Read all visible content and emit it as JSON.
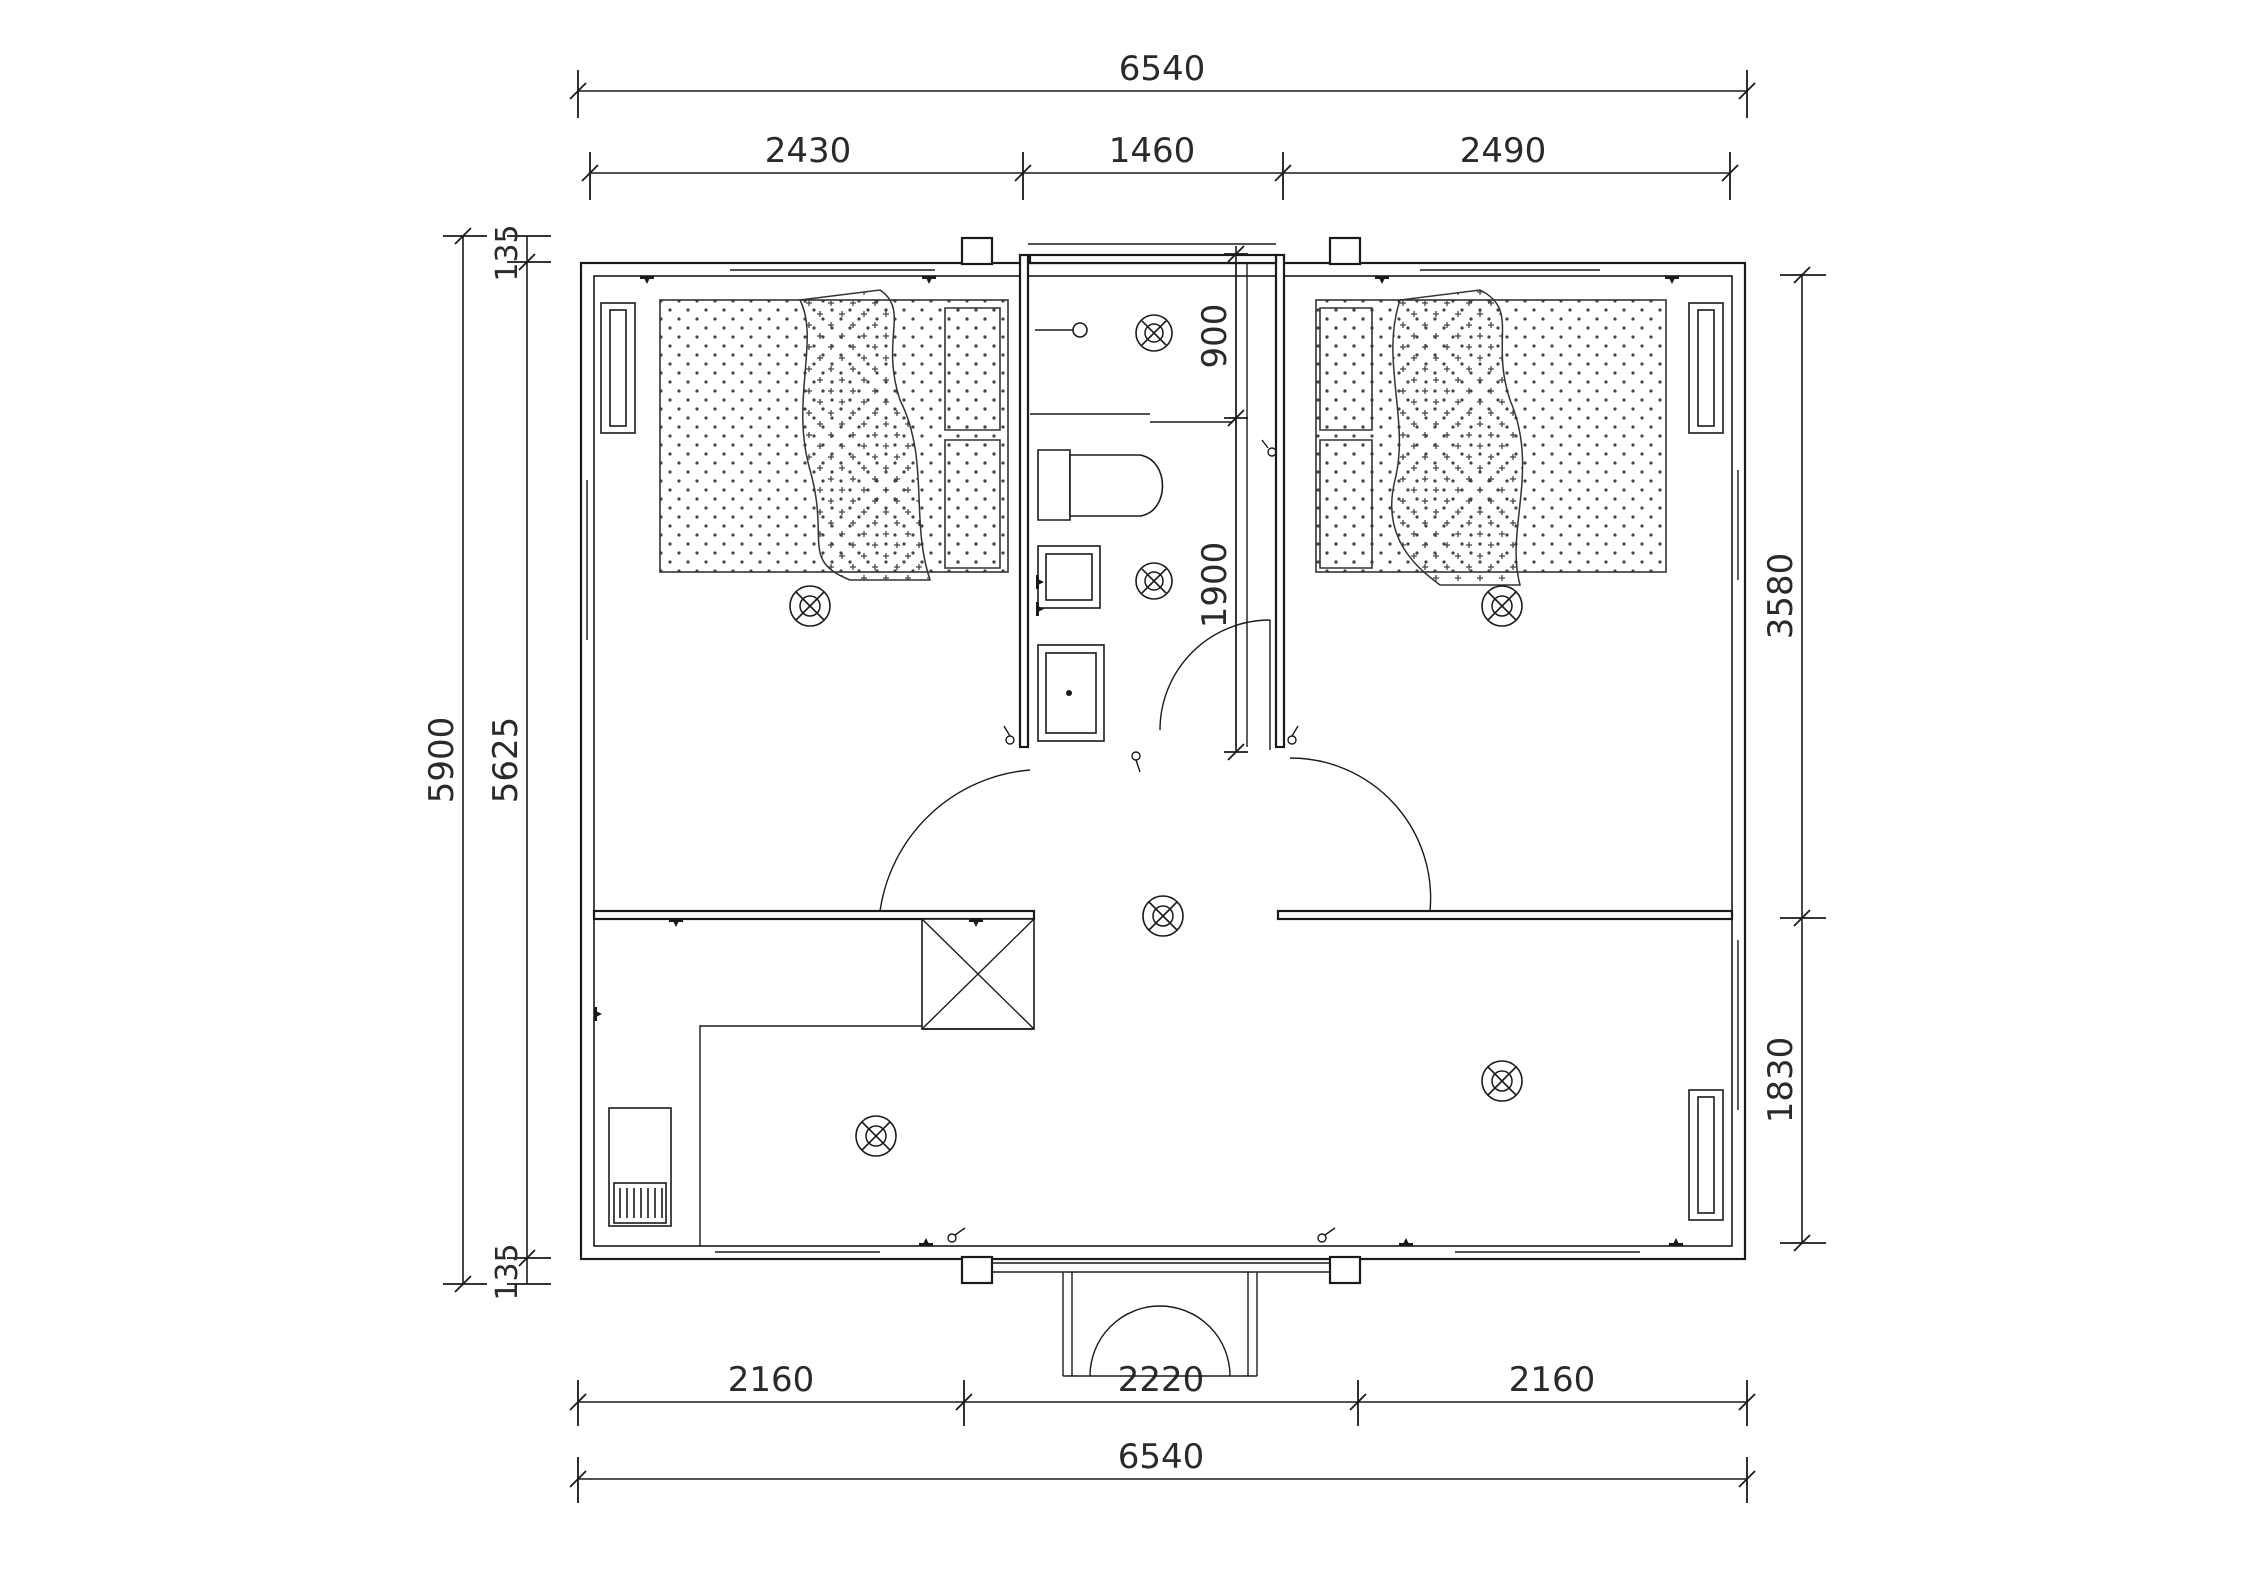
{
  "dimensions": {
    "top_overall": "6540",
    "top_segments": [
      "2430",
      "1460",
      "2490"
    ],
    "bottom_segments": [
      "2160",
      "2220",
      "2160"
    ],
    "bottom_overall": "6540",
    "left_overall": "5900",
    "left_inner": "5625",
    "left_top_wall": "135",
    "left_bottom_wall": "135",
    "right_segments": [
      "3580",
      "1830"
    ],
    "bath_segments": [
      "900",
      "1900"
    ]
  },
  "symbols": {
    "ceiling_light": "circle-cross-icon",
    "wall_socket": "socket-icon",
    "switch": "switch-icon"
  }
}
